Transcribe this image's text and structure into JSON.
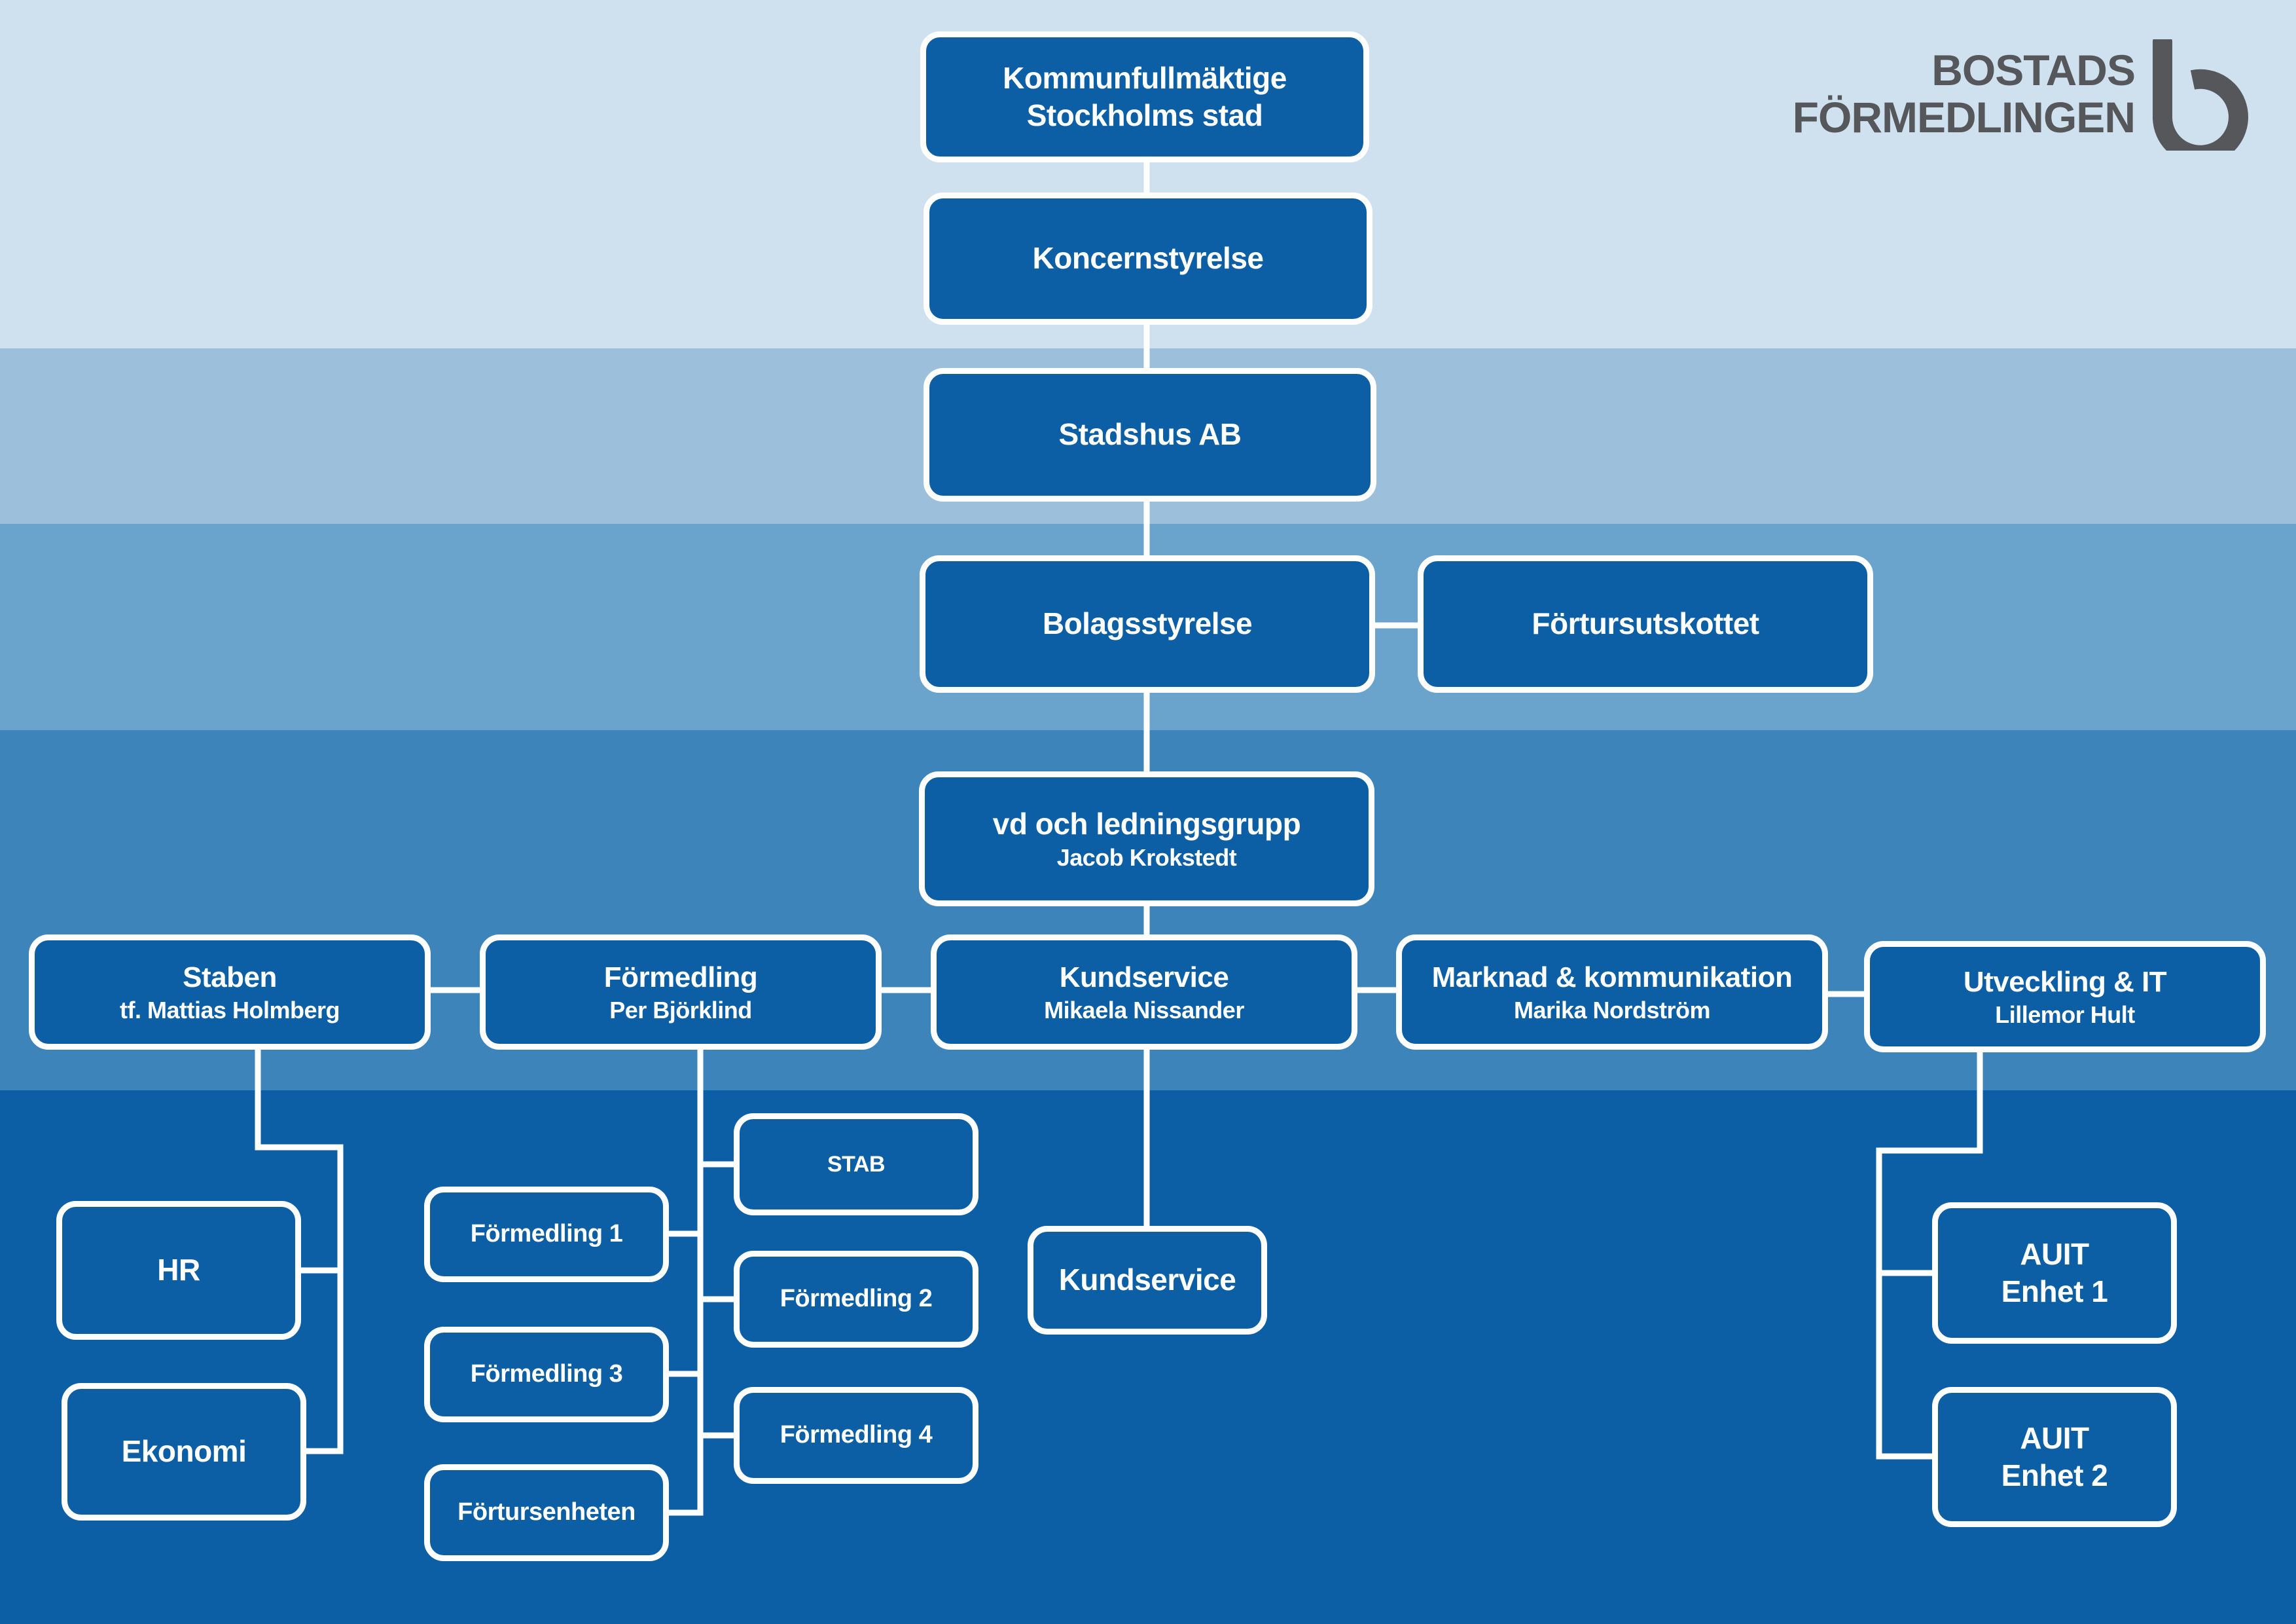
{
  "logo": {
    "line1": "BOSTADS",
    "line2": "FÖRMEDLINGEN",
    "color": "#55575a"
  },
  "colors": {
    "band_1": "#cfe1ef",
    "band_2": "#9cc0dc",
    "band_3": "#6aa3cb",
    "band_4": "#3c84ba",
    "band_5": "#0d5fa5",
    "box_fill": "#0d5fa5",
    "box_border": "#ffffff",
    "connector": "#ffffff"
  },
  "nodes": {
    "kommunfullmaktige": {
      "title": "Kommunfullmäktige",
      "subtitle": "Stockholms stad"
    },
    "koncernstyrelse": {
      "title": "Koncernstyrelse"
    },
    "stadshus": {
      "title": "Stadshus AB"
    },
    "bolagsstyrelse": {
      "title": "Bolagsstyrelse"
    },
    "fortursutskottet": {
      "title": "Förtursutskottet"
    },
    "vd": {
      "title": "vd och ledningsgrupp",
      "subtitle": "Jacob Krokstedt"
    },
    "staben": {
      "title": "Staben",
      "subtitle": "tf. Mattias Holmberg"
    },
    "formedling": {
      "title": "Förmedling",
      "subtitle": "Per Björklind"
    },
    "kundservice": {
      "title": "Kundservice",
      "subtitle": "Mikaela Nissander"
    },
    "marknad": {
      "title": "Marknad & kommunikation",
      "subtitle": "Marika Nordström"
    },
    "utveckling": {
      "title": "Utveckling & IT",
      "subtitle": "Lillemor Hult"
    },
    "hr": {
      "title": "HR"
    },
    "ekonomi": {
      "title": "Ekonomi"
    },
    "stab": {
      "title": "STAB"
    },
    "formedling1": {
      "title": "Förmedling 1"
    },
    "formedling2": {
      "title": "Förmedling 2"
    },
    "formedling3": {
      "title": "Förmedling 3"
    },
    "formedling4": {
      "title": "Förmedling 4"
    },
    "fortursenheten": {
      "title": "Förtursenheten"
    },
    "kundservice_unit": {
      "title": "Kundservice"
    },
    "auit1": {
      "title_line1": "AUIT",
      "title_line2": "Enhet 1"
    },
    "auit2": {
      "title_line1": "AUIT",
      "title_line2": "Enhet 2"
    }
  }
}
